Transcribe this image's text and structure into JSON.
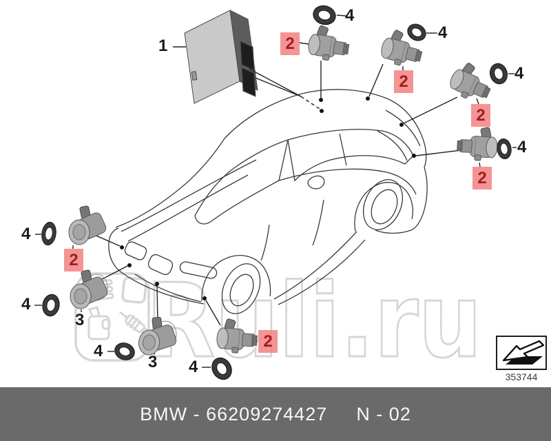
{
  "watermark": {
    "text": "Ruli.ru",
    "logo": "parts-store-logo"
  },
  "callouts": {
    "control_module": "1",
    "ultrasonic_sensor": "2",
    "sensor_with_holder": "3",
    "sealing_ring": "4"
  },
  "footer": {
    "part_reference": "BMW - 66209274427",
    "revision": "N - 02"
  },
  "diagram_ref": {
    "number": "353744"
  },
  "colors": {
    "highlight_box": "#f27d7d",
    "highlight_text": "#9e1f1f",
    "footer_bg": "#6a6a6a",
    "line": "#2e2e2e",
    "watermark": "#d6d6d6"
  }
}
